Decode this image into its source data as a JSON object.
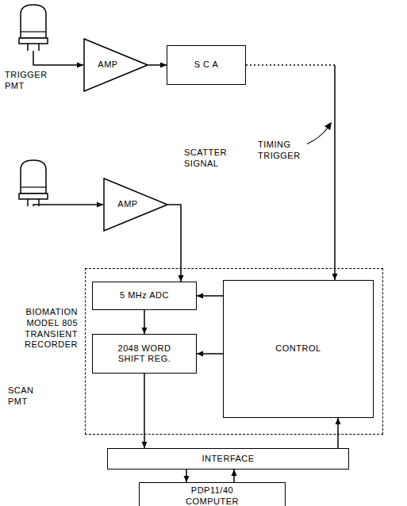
{
  "diagram": {
    "nodes": [
      {
        "text": [
          "TRIGGER PMT"
        ]
      },
      {
        "text": [
          "AMP"
        ]
      },
      {
        "text": [
          "S C A"
        ]
      },
      {
        "text": [
          "SCAN PMT"
        ]
      },
      {
        "text": [
          "AMP"
        ]
      },
      {
        "text": [
          "BIOMATION MODEL 805 TRANSIENT RECORDER"
        ]
      },
      {
        "text": [
          "5 MHz ADC"
        ],
        "in": 5
      },
      {
        "text": [
          "2048 WORD SHIFT REG."
        ],
        "in": 5
      },
      {
        "text": [
          "CONTROL"
        ],
        "in": 5
      },
      {
        "text": [
          "INTERFACE"
        ]
      },
      {
        "text": [
          "PDP11/40 COMPUTER"
        ]
      }
    ],
    "edges": [
      {
        "from": 0,
        "to": 1,
        "arrow": "to"
      },
      {
        "from": 1,
        "to": 2,
        "arrow": "to"
      },
      {
        "from": 2,
        "to": 8,
        "arrow": "to"
      },
      {
        "from": 3,
        "to": 4,
        "arrow": "to"
      },
      {
        "from": 4,
        "to": 6,
        "arrow": "to"
      },
      {
        "from": 8,
        "to": 6,
        "arrow": "to"
      },
      {
        "from": 6,
        "to": 7,
        "arrow": "to"
      },
      {
        "from": 8,
        "to": 7,
        "arrow": "to"
      },
      {
        "from": 7,
        "to": 9,
        "arrow": "to"
      },
      {
        "from": 9,
        "to": 8,
        "arrow": "to"
      },
      {
        "from": 9,
        "to": 10,
        "arrow": "to"
      },
      {
        "from": 10,
        "to": 9,
        "arrow": "to"
      }
    ],
    "labels": [
      "TIMING TRIGGER",
      "SCATTER SIGNAL"
    ]
  }
}
